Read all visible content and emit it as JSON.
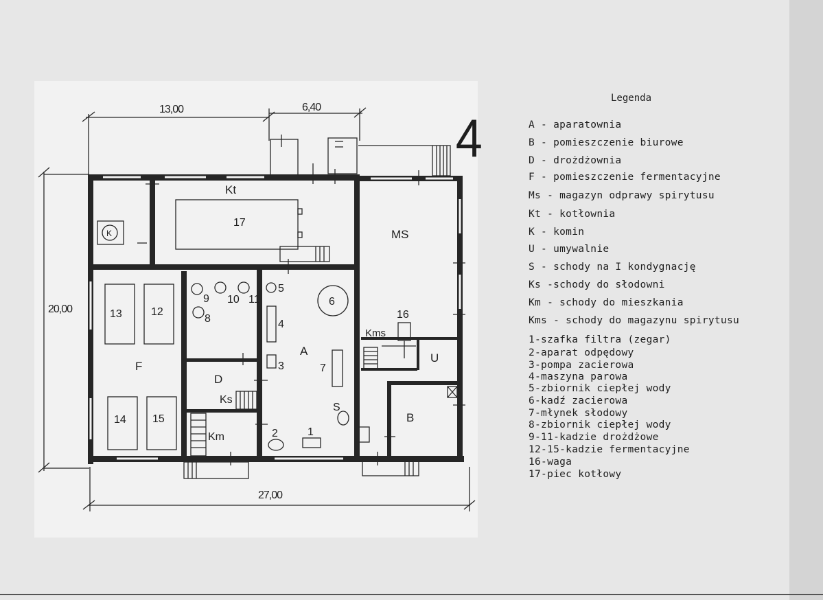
{
  "plan": {
    "dimensions": {
      "top_left": "13,00",
      "top_right": "6,40",
      "left": "20,00",
      "bottom": "27,00"
    },
    "north_marker": "4",
    "rooms": {
      "kt": "Kt",
      "ms": "MS",
      "f": "F",
      "d": "D",
      "a": "A",
      "u": "U",
      "b": "B",
      "ks": "Ks",
      "km": "Km",
      "kms": "Kms",
      "s": "S",
      "k": "K"
    },
    "items": {
      "n1": "1",
      "n2": "2",
      "n3": "3",
      "n4": "4",
      "n5": "5",
      "n6": "6",
      "n7": "7",
      "n8": "8",
      "n9": "9",
      "n10": "10",
      "n11": "11",
      "n12": "12",
      "n13": "13",
      "n14": "14",
      "n15": "15",
      "n16": "16",
      "n17": "17"
    }
  },
  "legend": {
    "title": "Legenda",
    "entries": [
      "A - aparatownia",
      "B - pomieszczenie biurowe",
      "D - drożdżownia",
      "F - pomieszczenie fermentacyjne",
      "Ms - magazyn odprawy spirytusu",
      "Kt - kotłownia",
      "K - komin",
      "U - umywalnie",
      "S - schody na I kondygnację",
      "Ks -schody do słodowni",
      "Km - schody do mieszkania",
      "Kms - schody do magazynu spirytusu"
    ],
    "items": [
      "1-szafka filtra (zegar)",
      "2-aparat odpędowy",
      "3-pompa zacierowa",
      "4-maszyna parowa",
      "5-zbiornik ciepłej wody",
      "6-kadź zacierowa",
      "7-młynek słodowy",
      "8-zbiornik ciepłej wody",
      "9-11-kadzie drożdżowe",
      "12-15-kadzie fermentacyjne",
      "16-waga",
      "17-piec kotłowy"
    ]
  }
}
